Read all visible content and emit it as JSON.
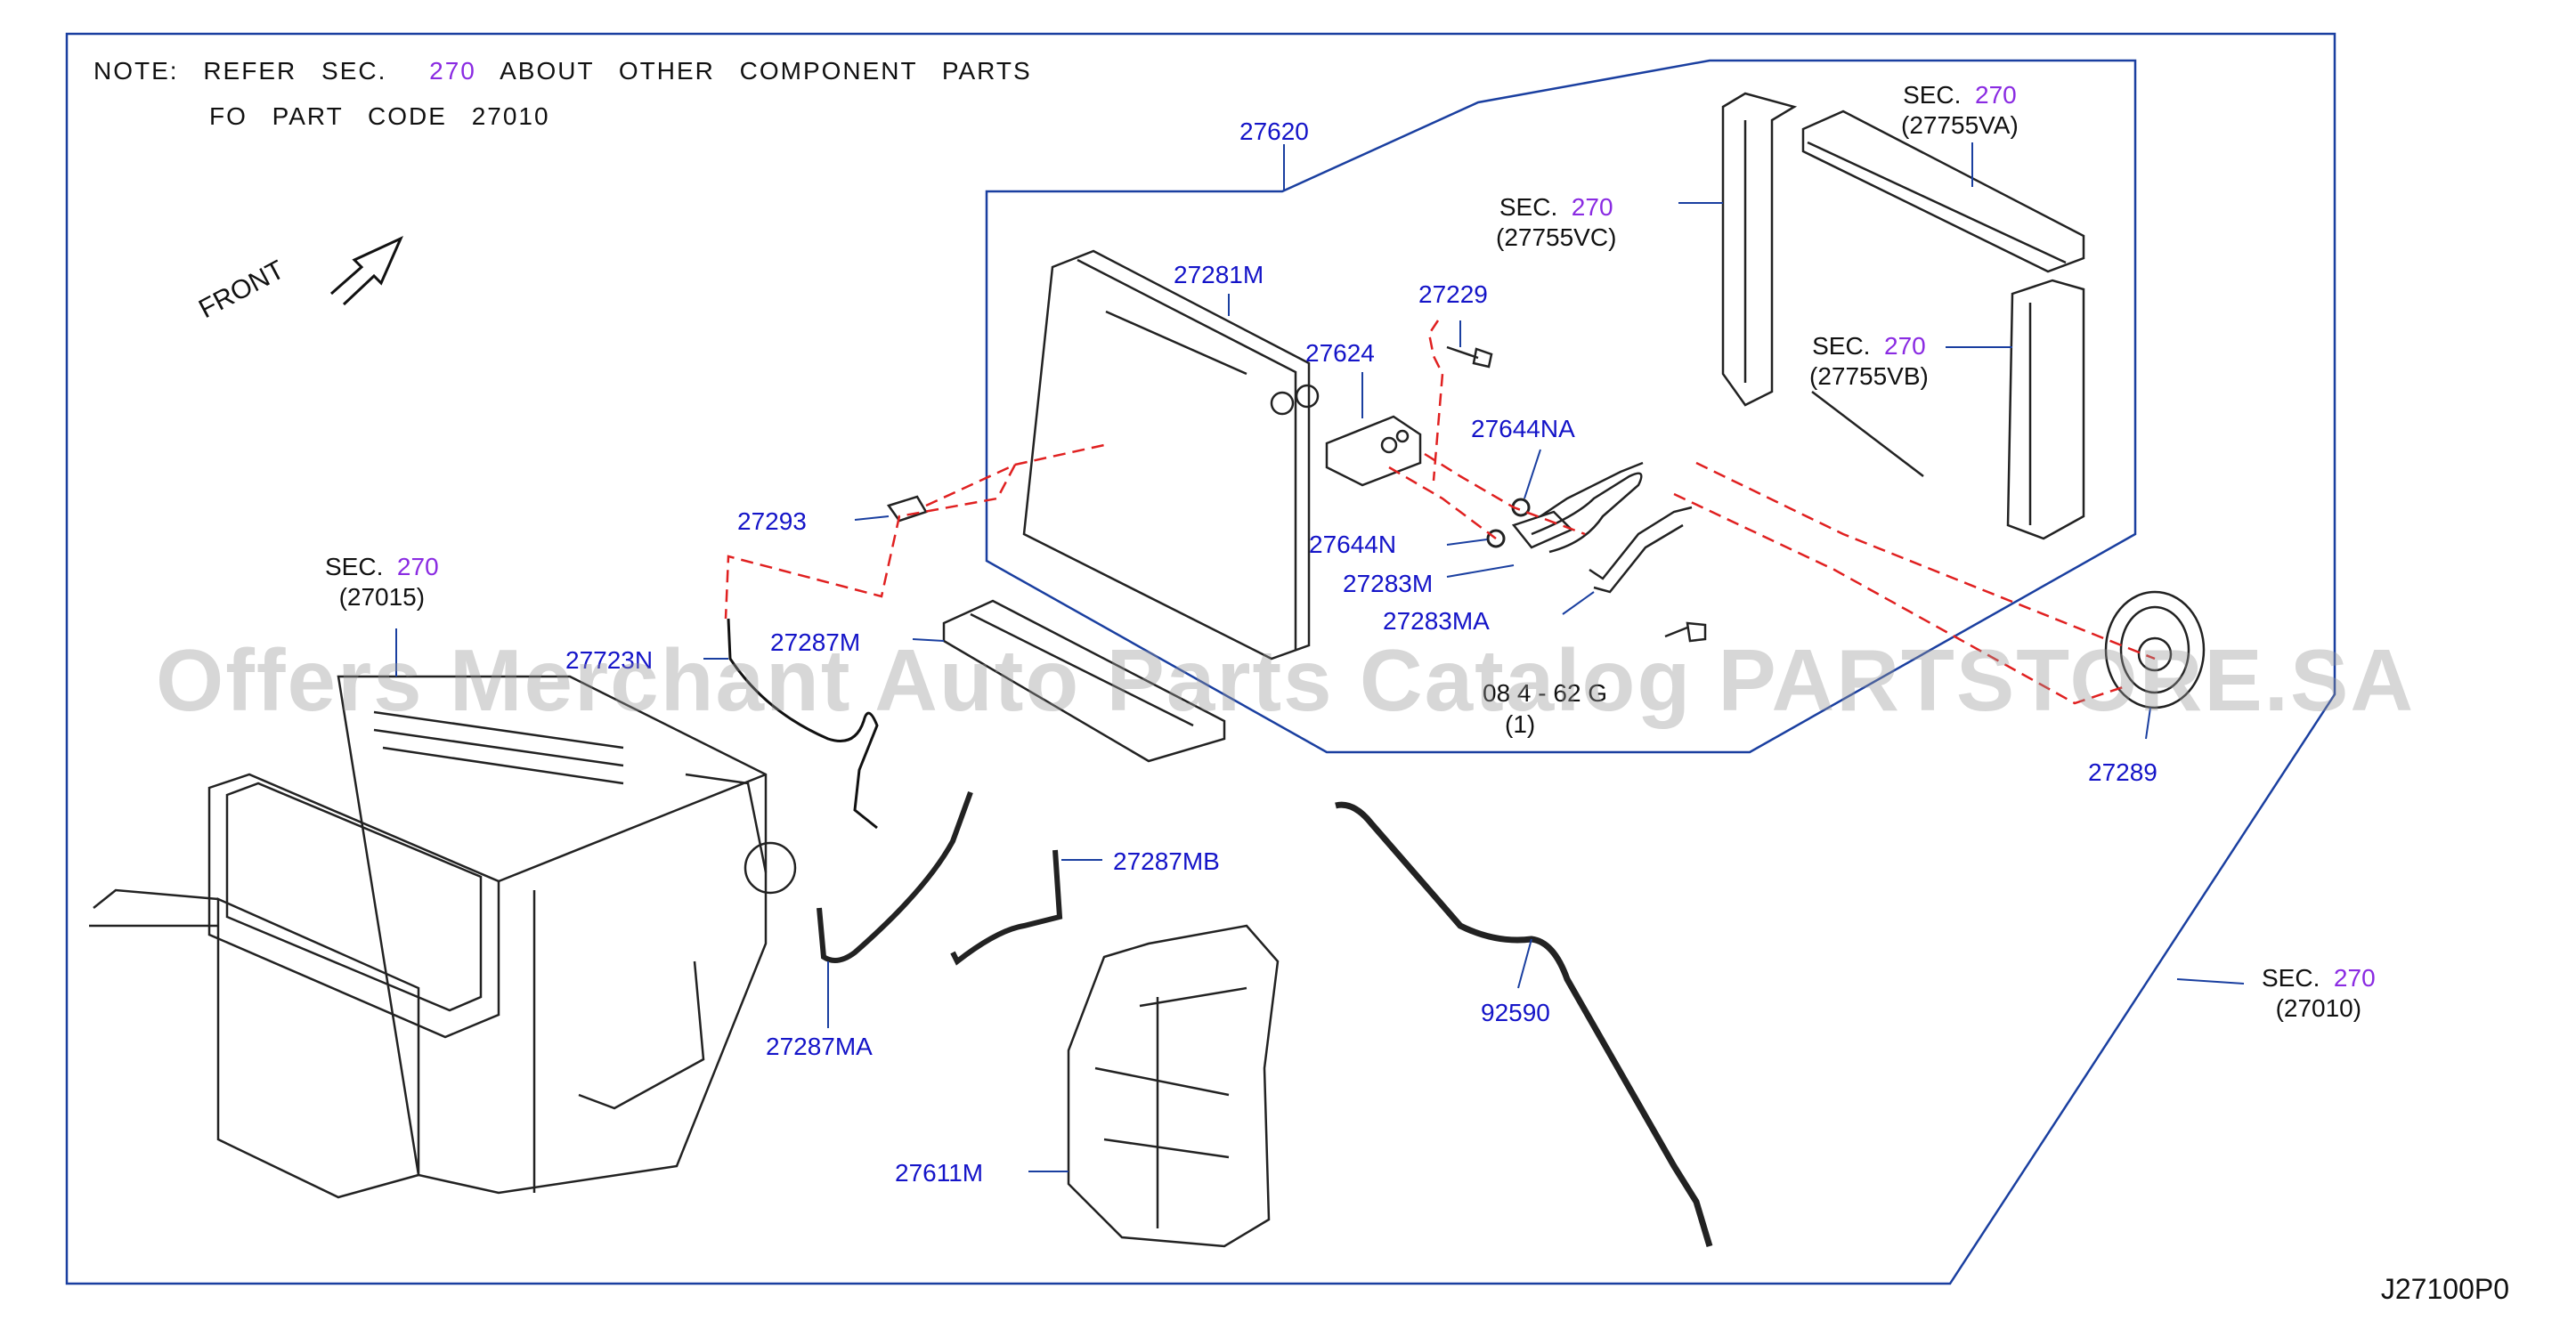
{
  "note": {
    "line1_prefix": "NOTE:  REFER  SEC.",
    "line1_sec": "270",
    "line1_suffix": "ABOUT  OTHER  COMPONENT  PARTS",
    "line2": "FO  PART  CODE  27010"
  },
  "front_label": "FRONT",
  "watermark": "Offers Merchant Auto Parts Catalog PARTSTORE.SA",
  "diagram_code": "J27100P0",
  "parts": {
    "p27620": "27620",
    "p27281M": "27281M",
    "p27229": "27229",
    "p27624": "27624",
    "p27644NA": "27644NA",
    "p27644N": "27644N",
    "p27283M": "27283M",
    "p27283MA": "27283MA",
    "p27293": "27293",
    "p27723N": "27723N",
    "p27287M": "27287M",
    "p27287MB": "27287MB",
    "p27287MA": "27287MA",
    "p27611M": "27611M",
    "p92590": "92590",
    "p27289": "27289",
    "bolt_code": "08 4  -  62 G",
    "bolt_qty": "(1)"
  },
  "sections": {
    "sec_label": "SEC.",
    "sec_num": "270",
    "s27015": "(27015)",
    "s27755VA": "(27755VA)",
    "s27755VC": "(27755VC)",
    "s27755VB": "(27755VB)",
    "s27010": "(27010)"
  },
  "colors": {
    "label_blue": "#1414c8",
    "sec_purple": "#8a2be2",
    "leader": "#1a3fa0",
    "dash": "#e02020",
    "line": "#222222"
  }
}
